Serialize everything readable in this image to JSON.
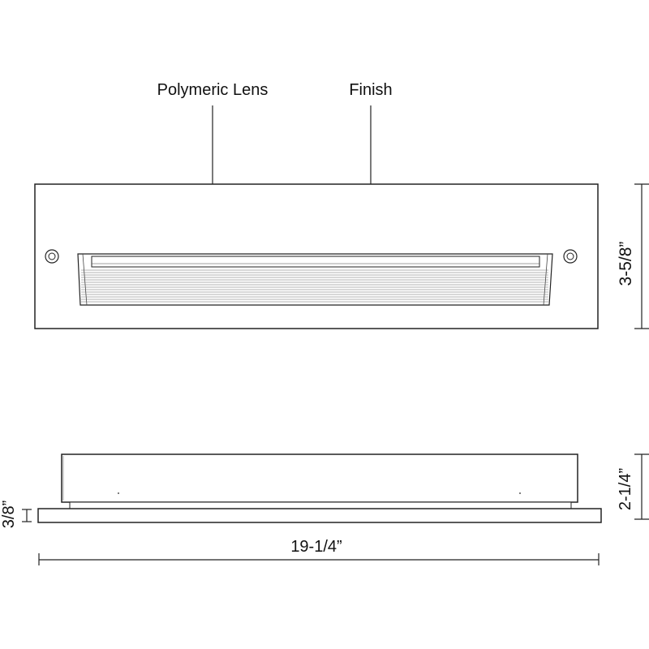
{
  "callouts": {
    "lens": "Polymeric Lens",
    "finish": "Finish"
  },
  "dimensions": {
    "height": "3-5/8”",
    "depth": "2-1/4”",
    "flange": "3/8”",
    "width": "19-1/4”"
  },
  "colors": {
    "line": "#222222",
    "background": "#ffffff"
  }
}
